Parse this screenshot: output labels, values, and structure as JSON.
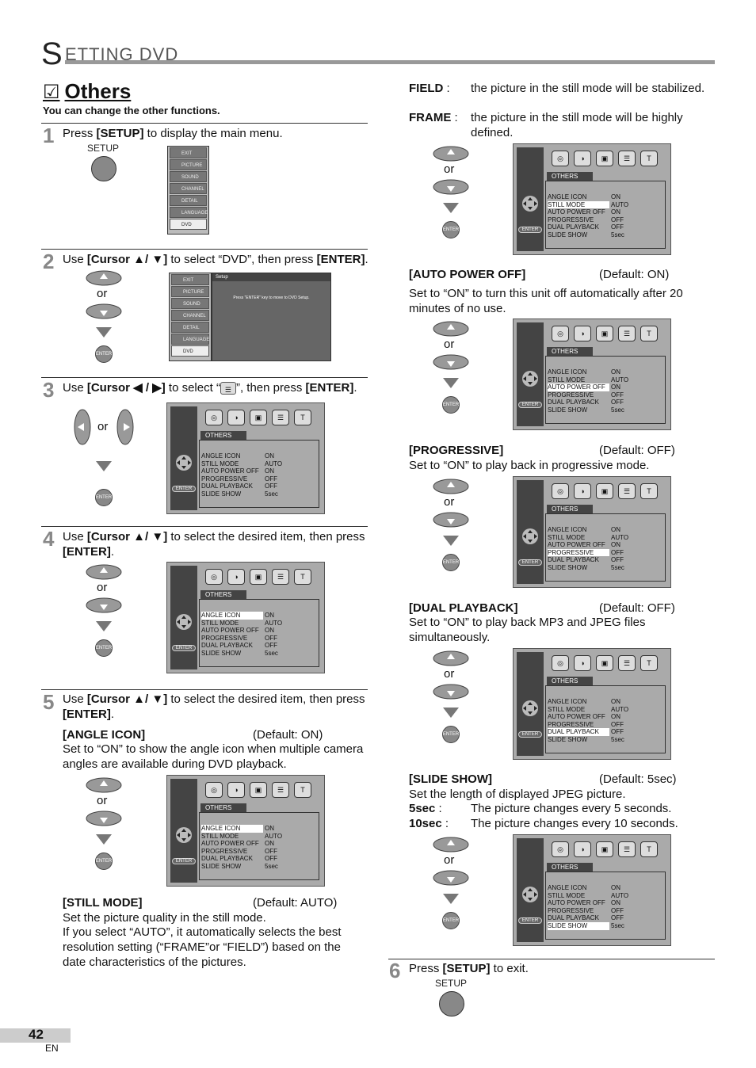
{
  "header": {
    "big_letter": "S",
    "rest": "ETTING  DVD"
  },
  "section": {
    "checkbox": "☑",
    "title": "Others",
    "subtitle": "You can change the other functions."
  },
  "steps": {
    "s1": {
      "no": "1",
      "pre": "Press ",
      "bold": "[SETUP]",
      "post": " to display the main menu."
    },
    "s2": {
      "no": "2",
      "pre": "Use ",
      "b1": "[Cursor ▲/ ▼]",
      "mid": " to select “DVD”, then press ",
      "b2": "[ENTER]",
      "post": "."
    },
    "s3": {
      "no": "3",
      "pre": "Use ",
      "b1": "[Cursor ◀ / ▶]",
      "mid": " to select “",
      "mid2": "”, then press ",
      "b2": "[ENTER]",
      "post": "."
    },
    "s4": {
      "no": "4",
      "pre": "Use ",
      "b1": "[Cursor ▲/ ▼]",
      "mid": " to select the desired item, then press ",
      "b2": "[ENTER]",
      "post": "."
    },
    "s5": {
      "no": "5",
      "pre": "Use ",
      "b1": "[Cursor ▲/ ▼]",
      "mid": " to select the desired item, then press ",
      "b2": "[ENTER]",
      "post": "."
    },
    "s6": {
      "no": "6",
      "pre": "Press ",
      "bold": "[SETUP]",
      "post": " to exit."
    }
  },
  "labels": {
    "setup": "SETUP",
    "or": "or",
    "enter": "ENTER"
  },
  "angle_icon": {
    "title": "[ANGLE ICON]",
    "default": "(Default: ON)",
    "desc": "Set to “ON” to show the angle icon when multiple camera angles are available during DVD playback."
  },
  "still_mode": {
    "title": "[STILL MODE]",
    "default": "(Default: AUTO)",
    "desc1": "Set the picture quality in the still mode.",
    "desc2": "If you select “AUTO”, it automatically selects the best resolution setting (“FRAME”or “FIELD”) based on the date characteristics of the pictures.",
    "field_k": "FIELD",
    "field_v": "the picture in the still mode will be stabilized.",
    "frame_k": "FRAME",
    "frame_v": "the picture in the still mode will be highly defined."
  },
  "auto_power": {
    "title": "[AUTO POWER OFF]",
    "default": "(Default: ON)",
    "desc": "Set to “ON” to turn this unit off automatically after 20 minutes of no use."
  },
  "progressive": {
    "title": "[PROGRESSIVE]",
    "default": "(Default: OFF)",
    "desc": "Set to “ON” to play back in progressive mode."
  },
  "dual": {
    "title": "[DUAL PLAYBACK]",
    "default": "(Default: OFF)",
    "desc": "Set to “ON” to play back MP3 and JPEG files simultaneously."
  },
  "slide": {
    "title": "[SLIDE SHOW]",
    "default": "(Default: 5sec)",
    "desc": "Set the length of displayed JPEG picture.",
    "k5": "5sec",
    "v5": "The picture changes every 5 seconds.",
    "k10": "10sec",
    "v10": "The picture changes every 10 seconds."
  },
  "menu": {
    "items": [
      "EXIT",
      "PICTURE",
      "SOUND",
      "CHANNEL",
      "DETAIL",
      "LANGUAGE",
      "DVD"
    ],
    "setup_title": "Setup",
    "setup_msg": "Press “ENTER” key to move to DVD Setup."
  },
  "osd": {
    "tab": "OTHERS",
    "rows": [
      [
        "ANGLE ICON",
        "ON"
      ],
      [
        "STILL MODE",
        "AUTO"
      ],
      [
        "AUTO POWER OFF",
        "ON"
      ],
      [
        "PROGRESSIVE",
        "OFF"
      ],
      [
        "DUAL PLAYBACK",
        "OFF"
      ],
      [
        "SLIDE SHOW",
        "5sec"
      ]
    ]
  },
  "footer": {
    "page": "42",
    "lang": "EN"
  }
}
